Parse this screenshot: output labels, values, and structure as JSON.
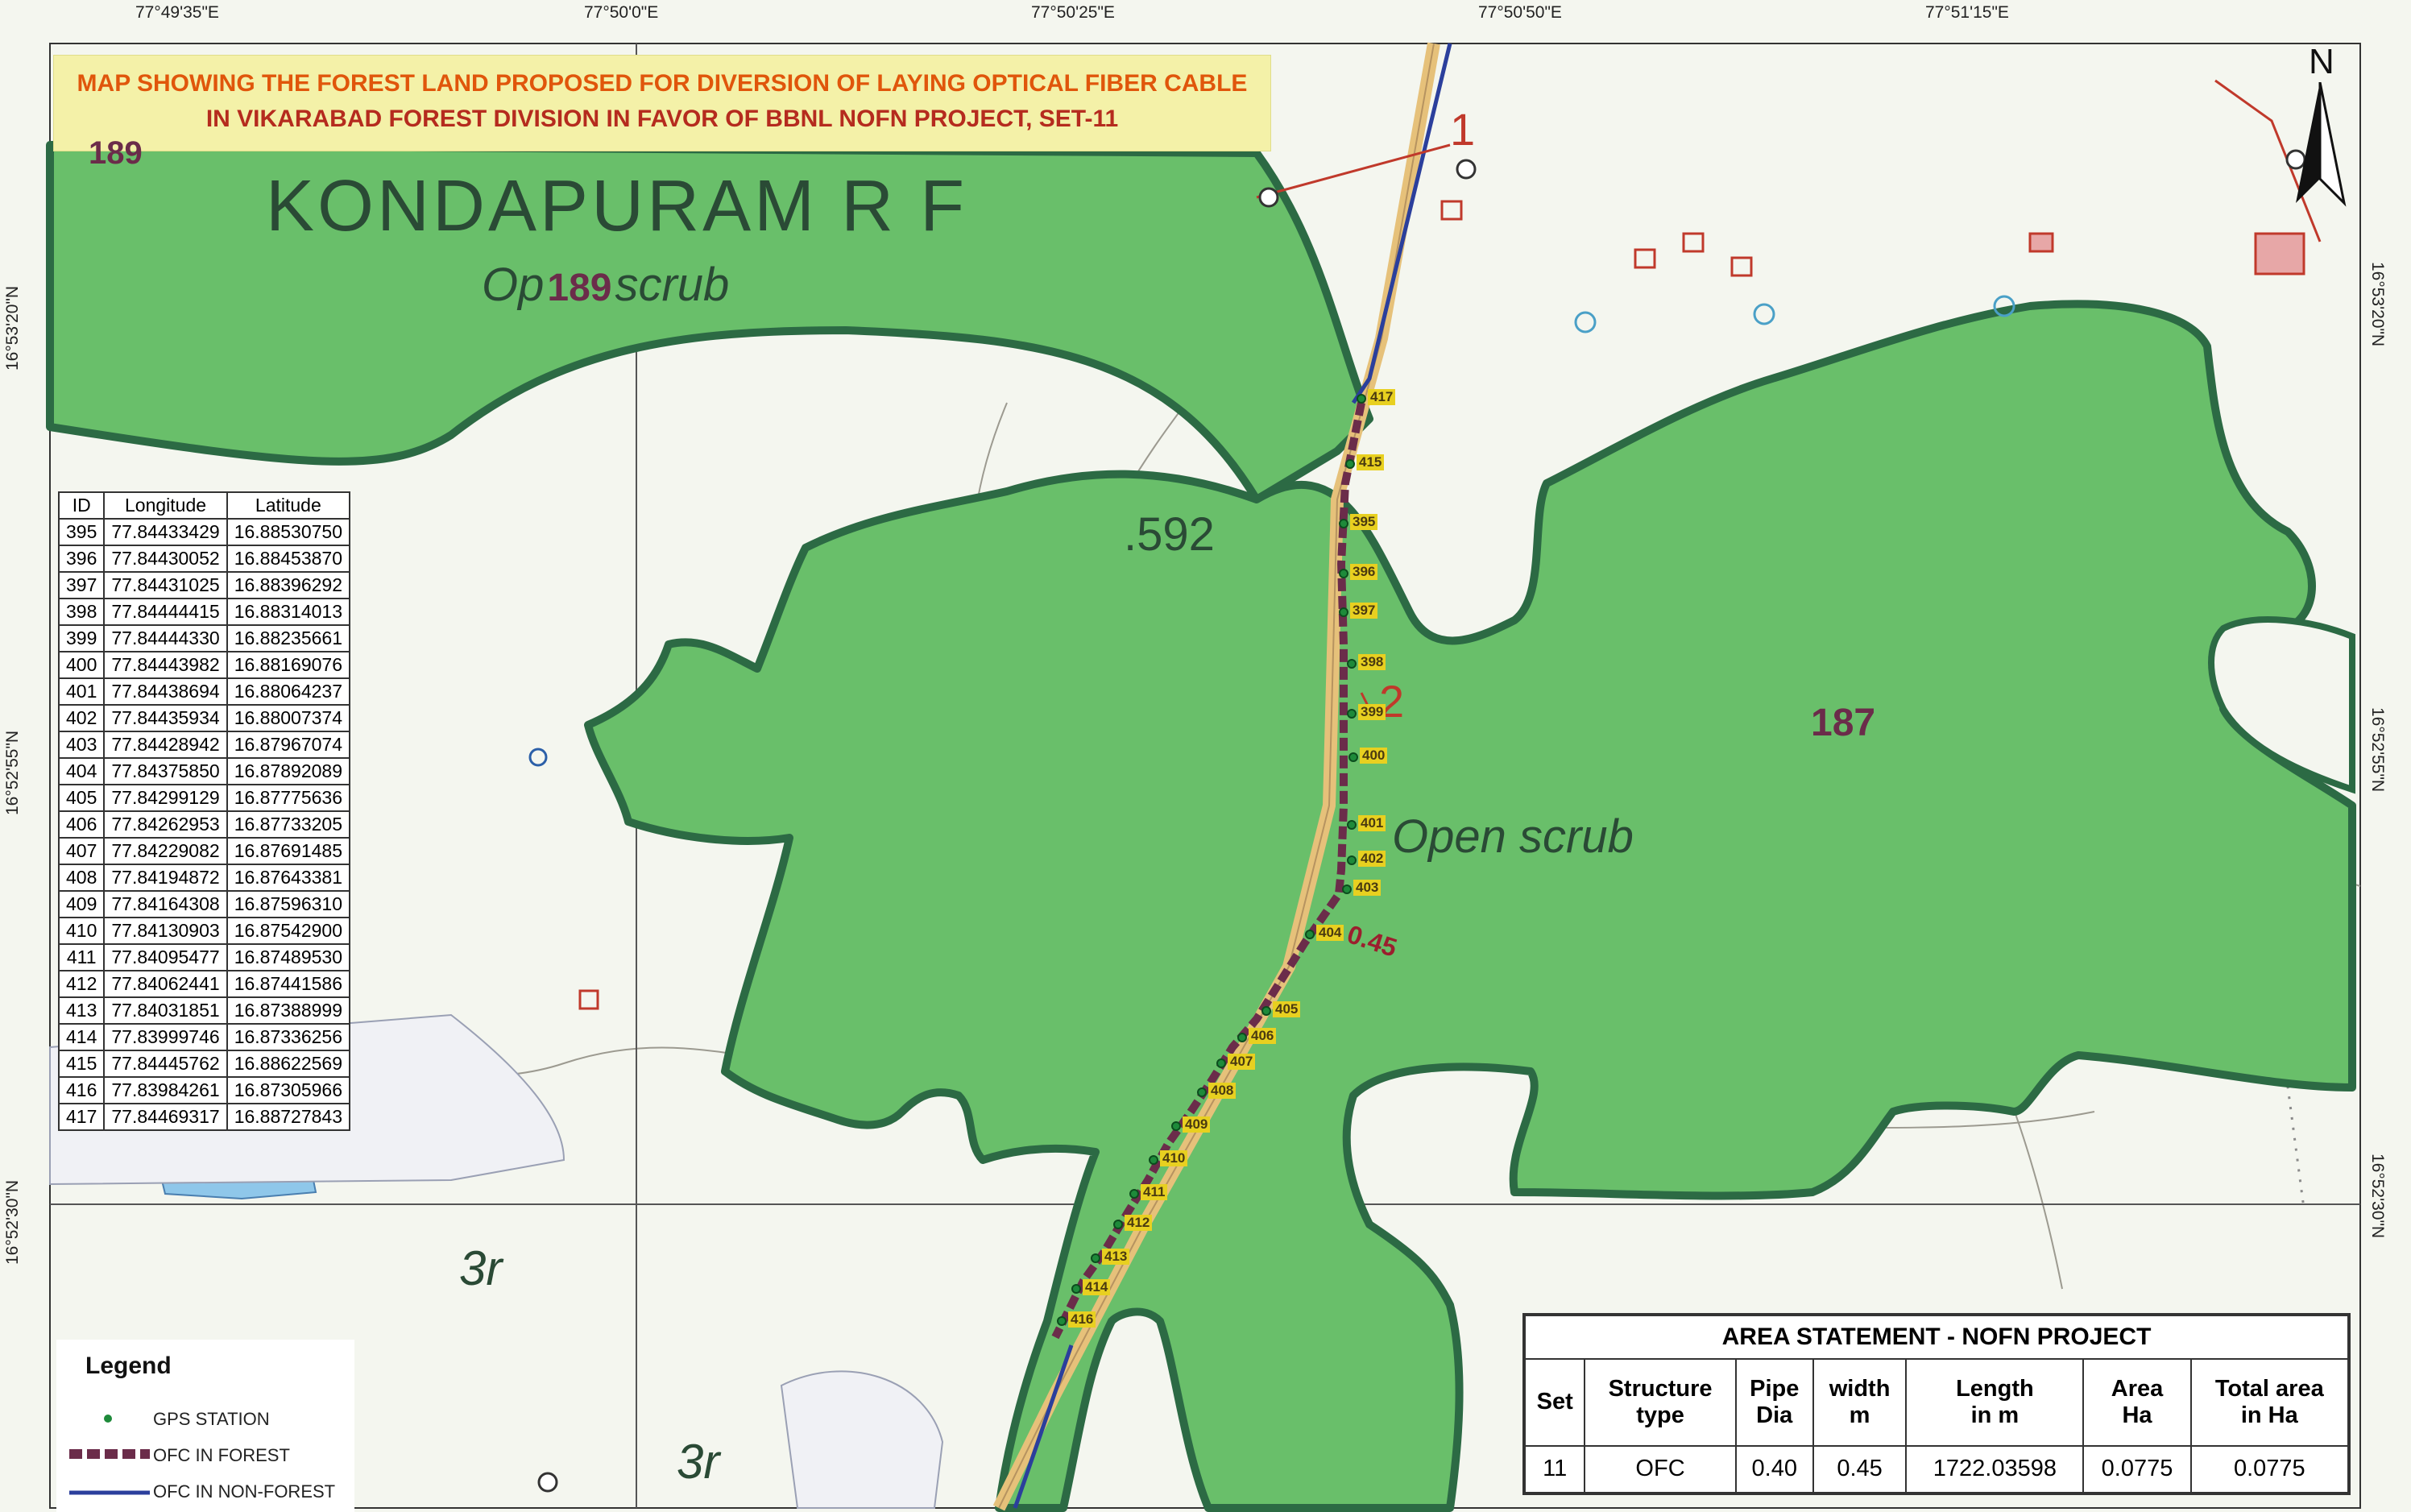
{
  "title": {
    "line1": "MAP SHOWING THE FOREST LAND PROPOSED FOR DIVERSION OF LAYING OPTICAL FIBER CABLE",
    "line2": "IN VIKARABAD  FOREST DIVISION IN FAVOR OF BBNL NOFN PROJECT, SET-11"
  },
  "coordinates": {
    "top": [
      "77°49'35\"E",
      "77°50'0\"E",
      "77°50'25\"E",
      "77°50'50\"E",
      "77°51'15\"E"
    ],
    "left": [
      "16°53'20\"N",
      "16°52'55\"N",
      "16°52'30\"N"
    ],
    "right": [
      "16°53'20\"N",
      "16°52'55\"N",
      "16°52'30\"N"
    ]
  },
  "north_label": "N",
  "map_labels": {
    "reserve_forest": "KONDAPURAM R F",
    "open_scrub_1": "Op",
    "open_scrub_1_rest": "scrub",
    "compartment_189": "189",
    "compartment_189_top": "189",
    "spot_height": ".592",
    "compartment_187": "187",
    "open_scrub_2": "Open scrub",
    "width_label": "0.45",
    "contour_1": "3r",
    "contour_2": "3r",
    "mark_1": "1",
    "mark_2": "2"
  },
  "stations": [
    "417",
    "415",
    "395",
    "396",
    "397",
    "398",
    "399",
    "400",
    "401",
    "402",
    "403",
    "404",
    "405",
    "406",
    "407",
    "408",
    "409",
    "410",
    "411",
    "412",
    "413",
    "414",
    "416"
  ],
  "coord_table": {
    "headers": [
      "ID",
      "Longitude",
      "Latitude"
    ],
    "rows": [
      [
        "395",
        "77.84433429",
        "16.88530750"
      ],
      [
        "396",
        "77.84430052",
        "16.88453870"
      ],
      [
        "397",
        "77.84431025",
        "16.88396292"
      ],
      [
        "398",
        "77.84444415",
        "16.88314013"
      ],
      [
        "399",
        "77.84444330",
        "16.88235661"
      ],
      [
        "400",
        "77.84443982",
        "16.88169076"
      ],
      [
        "401",
        "77.84438694",
        "16.88064237"
      ],
      [
        "402",
        "77.84435934",
        "16.88007374"
      ],
      [
        "403",
        "77.84428942",
        "16.87967074"
      ],
      [
        "404",
        "77.84375850",
        "16.87892089"
      ],
      [
        "405",
        "77.84299129",
        "16.87775636"
      ],
      [
        "406",
        "77.84262953",
        "16.87733205"
      ],
      [
        "407",
        "77.84229082",
        "16.87691485"
      ],
      [
        "408",
        "77.84194872",
        "16.87643381"
      ],
      [
        "409",
        "77.84164308",
        "16.87596310"
      ],
      [
        "410",
        "77.84130903",
        "16.87542900"
      ],
      [
        "411",
        "77.84095477",
        "16.87489530"
      ],
      [
        "412",
        "77.84062441",
        "16.87441586"
      ],
      [
        "413",
        "77.84031851",
        "16.87388999"
      ],
      [
        "414",
        "77.83999746",
        "16.87336256"
      ],
      [
        "415",
        "77.84445762",
        "16.88622569"
      ],
      [
        "416",
        "77.83984261",
        "16.87305966"
      ],
      [
        "417",
        "77.84469317",
        "16.88727843"
      ]
    ]
  },
  "legend": {
    "title": "Legend",
    "items": [
      {
        "label": "GPS STATION"
      },
      {
        "label": "OFC IN FOREST"
      },
      {
        "label": "OFC IN NON-FOREST"
      }
    ]
  },
  "area_statement": {
    "title": "AREA STATEMENT - NOFN PROJECT",
    "headers": [
      [
        "Set"
      ],
      [
        "Structure",
        "type"
      ],
      [
        "Pipe",
        "Dia"
      ],
      [
        "width",
        "m"
      ],
      [
        "Length",
        "in m"
      ],
      [
        "Area",
        "Ha"
      ],
      [
        "Total area",
        "in Ha"
      ]
    ],
    "row": [
      "11",
      "OFC",
      "0.40",
      "0.45",
      "1722.03598",
      "0.0775",
      "0.0775"
    ]
  },
  "colors": {
    "forest": "#69bf6a",
    "forest_border": "#2c6a44",
    "title_bg": "#f4f1a8",
    "title_line1": "#e0560b",
    "title_line2": "#b52b1e",
    "ofc_forest": "#6b2c4a",
    "ofc_non_forest": "#2b3f9c",
    "road": "#e6c17a",
    "station": "#1e8a3a",
    "station_label": "#e8d020"
  }
}
